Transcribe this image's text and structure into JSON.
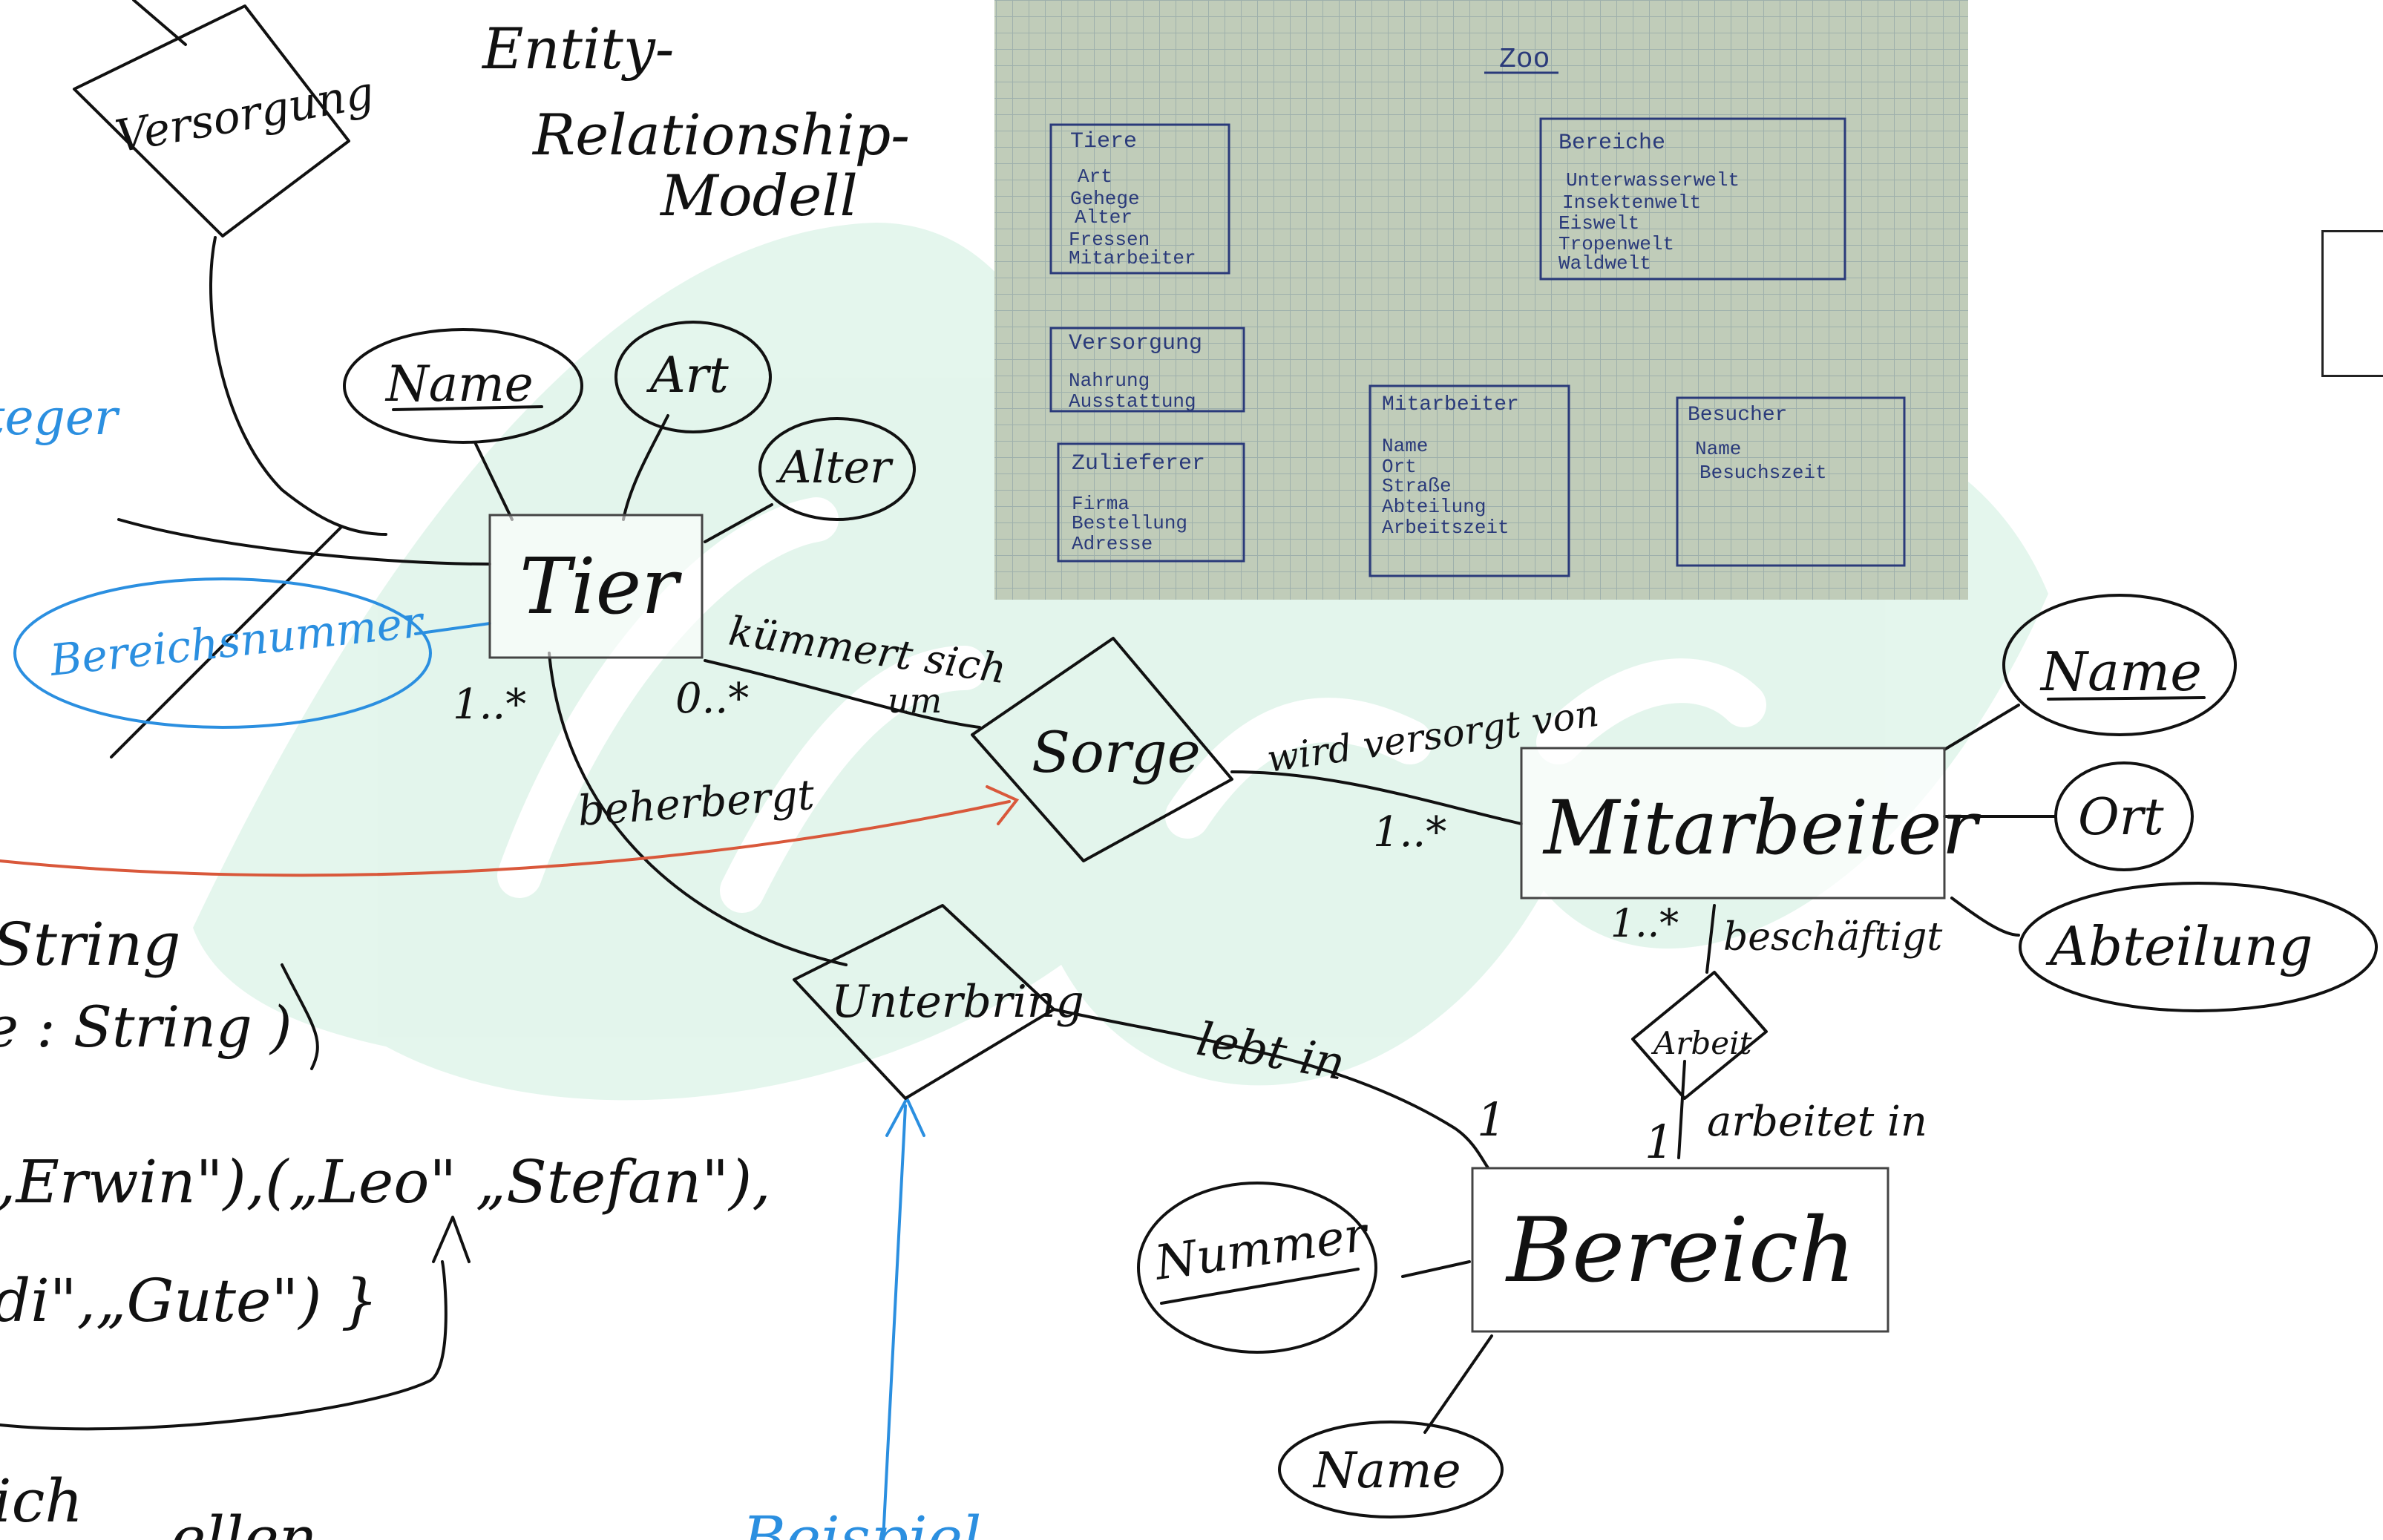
{
  "title": {
    "line1": "Entity-",
    "line2": "Relationship-",
    "line3": "Modell"
  },
  "colors": {
    "ink": "#111111",
    "blue": "#2b8fe0",
    "red": "#d9583b",
    "watermark": "#dbf1e2"
  },
  "entities": {
    "tier": "Tier",
    "mitarbeiter": "Mitarbeiter",
    "bereich": "Bereich"
  },
  "relationships": {
    "versorgung": "Versorgung",
    "sorge": "Sorge",
    "unterbringung": "Unterbring",
    "arbeit": "Arbeit"
  },
  "attributes": {
    "tier_name": "Name",
    "tier_art": "Art",
    "tier_alter": "Alter",
    "tier_bereichsnummer": "Bereichsnummer",
    "mitarbeiter_name": "Name",
    "mitarbeiter_ort": "Ort",
    "mitarbeiter_abteilung": "Abteilung",
    "bereich_nummer": "Nummer",
    "bereich_name": "Name"
  },
  "labels": {
    "kuemmert": "kümmert sich",
    "um": "um",
    "card_tier_sorge": "0..*",
    "card_tier_left": "1..*",
    "beherbergt": "beherbergt",
    "wird_versorgt": "wird versorgt von",
    "card_mitarbeiter_sorge": "1..*",
    "card_mitarbeiter_bottom": "1..*",
    "beschaeftigt": "beschäftigt",
    "lebt_in": "lebt in",
    "card_bereich_left": "1",
    "card_bereich_right": "1",
    "arbeitet_in": "arbeitet in",
    "left_legend": "teger"
  },
  "left_code": {
    "line1": "String",
    "line2": "e : String )",
    "line3": "„Erwin\"),(„Leo\" „Stefan\"),",
    "line4": "di\",„Gute\") }",
    "line5": "ich",
    "line6": "ellen"
  },
  "bottom_blue": "Beispiel",
  "photo": {
    "heading": "Zoo",
    "tiere": {
      "title": "Tiere",
      "items": [
        "Art",
        "Gehege",
        "Alter",
        "Fressen",
        "Mitarbeiter"
      ]
    },
    "bereiche": {
      "title": "Bereiche",
      "items": [
        "Unterwasserwelt",
        "Insektenwelt",
        "Eiswelt",
        "Tropenwelt",
        "Waldwelt"
      ]
    },
    "versorgung": {
      "title": "Versorgung",
      "items": [
        "Nahrung",
        "Ausstattung"
      ]
    },
    "zulieferer": {
      "title": "Zulieferer",
      "items": [
        "Firma",
        "Bestellung",
        "Adresse"
      ]
    },
    "mitarbeiter": {
      "title": "Mitarbeiter",
      "items": [
        "Name",
        "Ort",
        "Straße",
        "Abteilung",
        "Arbeitszeit"
      ]
    },
    "besucher": {
      "title": "Besucher",
      "items": [
        "Name",
        "Besuchszeit"
      ]
    }
  }
}
